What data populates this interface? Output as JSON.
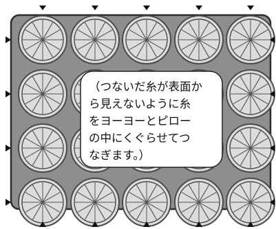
{
  "diagram": {
    "grid": {
      "rows": 4,
      "columns": 5,
      "spokes_per_yoyo": 12
    },
    "callout": {
      "text": "（つないだ糸が表面か\nら見えないように糸\nをヨーヨーとピロー\nの中にくぐらせてつ\nなぎます。）"
    },
    "colors": {
      "pillow_fill": "#8e8e8e",
      "pillow_border": "#2b2b2b",
      "yoyo_fill": "#dcdcdc",
      "yoyo_border": "#4a4a4a",
      "spoke": "#555555",
      "callout_fill": "#ffffff",
      "arrow": "#111111"
    },
    "arrows": {
      "top": {
        "direction": "down",
        "count": 5
      },
      "bottom": {
        "direction": "up",
        "count": 5
      },
      "left": {
        "direction": "right",
        "count": 4
      },
      "right": {
        "direction": "left",
        "count": 4
      }
    }
  }
}
